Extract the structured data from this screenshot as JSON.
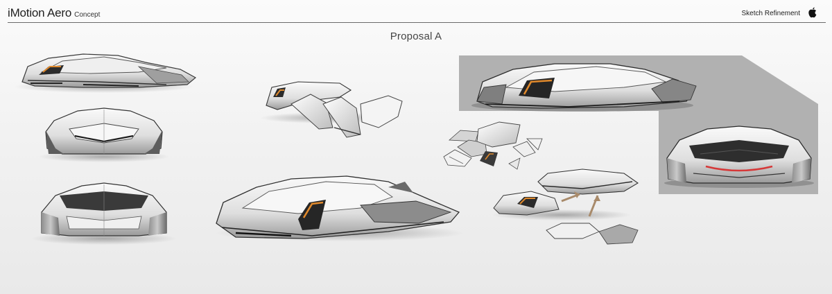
{
  "header": {
    "title": "iMotion Aero",
    "subtitle": "Concept",
    "section_label": "Sketch Refinement",
    "logo_icon": "apple-icon"
  },
  "proposal_title": "Proposal A",
  "colors": {
    "accent_orange": "#e0892c",
    "tail_red": "#d63838",
    "panel_gray": "#b1b1b1",
    "shade_dark": "#2b2b2b",
    "body_light": "#eeeeee"
  }
}
